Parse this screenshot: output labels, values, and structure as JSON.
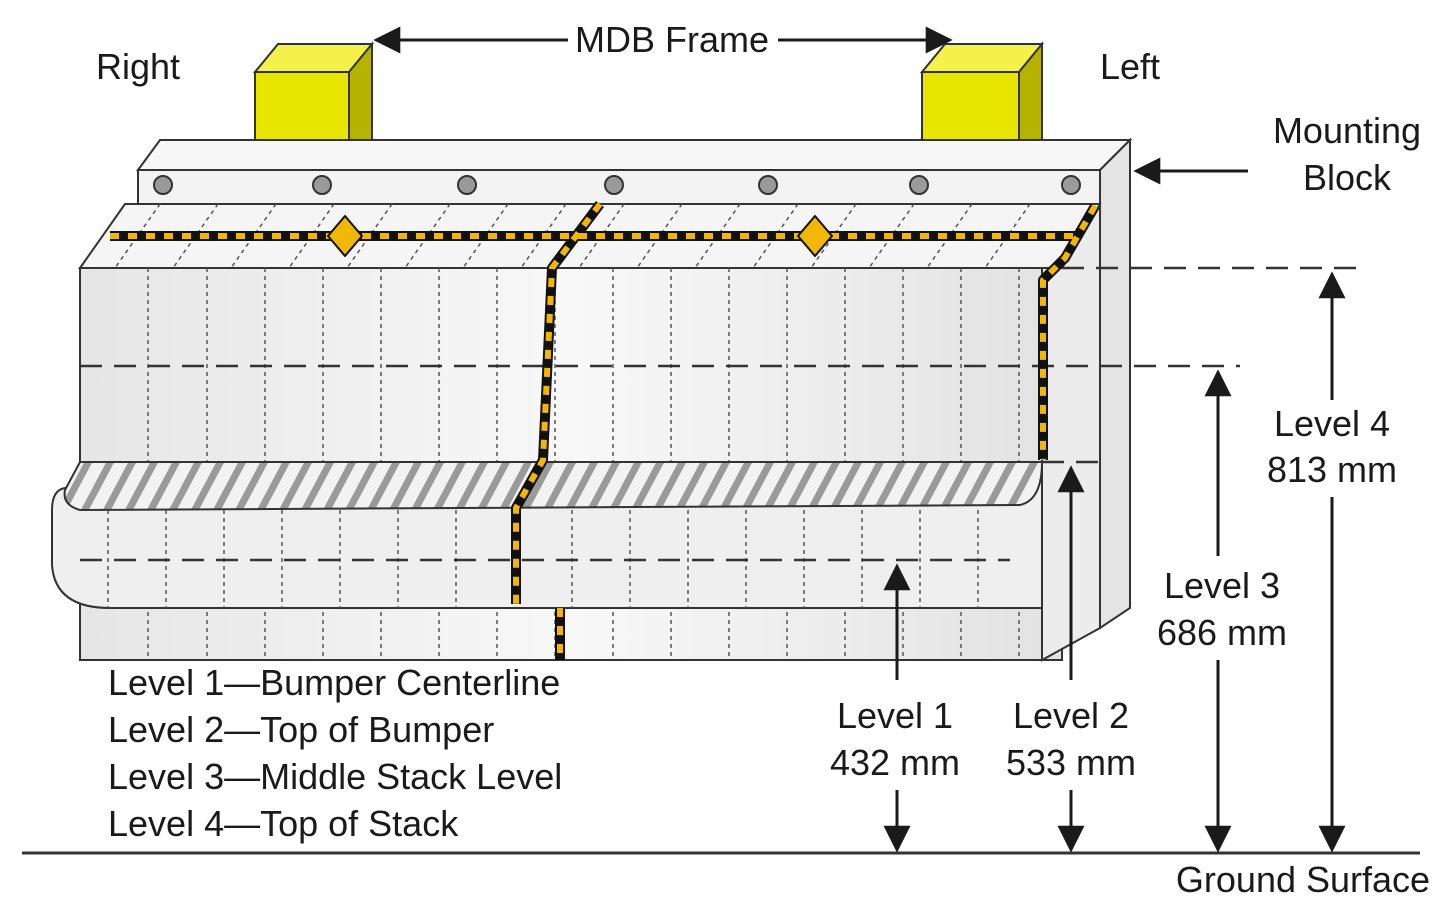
{
  "labels": {
    "mdb_frame": "MDB Frame",
    "right": "Right",
    "left": "Left",
    "mounting_block_line1": "Mounting",
    "mounting_block_line2": "Block",
    "ground_surface": "Ground Surface"
  },
  "levels": [
    {
      "name": "Level 1",
      "height": "432 mm",
      "description": "Level 1—Bumper Centerline"
    },
    {
      "name": "Level 2",
      "height": "533 mm",
      "description": "Level 2—Top of Bumper"
    },
    {
      "name": "Level 3",
      "height": "686 mm",
      "description": "Level 3—Middle Stack Level"
    },
    {
      "name": "Level 4",
      "height": "813 mm",
      "description": "Level 4—Top of Stack"
    }
  ],
  "colors": {
    "frame_yellow": "#e8e600",
    "frame_yellow_dark": "#b5b300",
    "barrier_face": "#efefef",
    "barrier_top": "#f7f7f7",
    "stripe_yellow": "#f2b705",
    "outline": "#333333"
  }
}
